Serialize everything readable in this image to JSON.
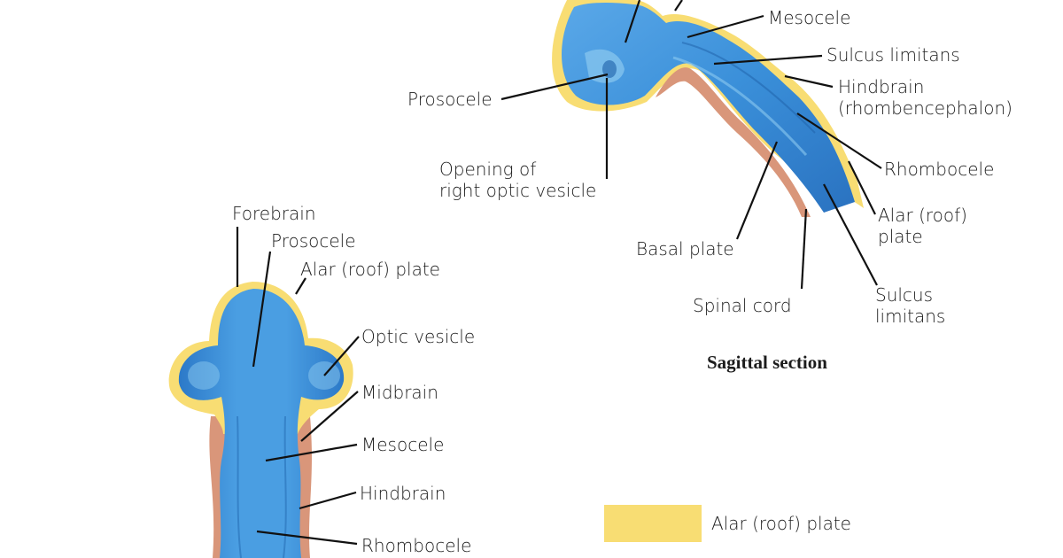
{
  "colors": {
    "ventricle_blue": "#3a8fd9",
    "ventricle_light": "#8cc9f0",
    "ventricle_dark": "#1d5fa8",
    "alar_yellow": "#f8dd73",
    "basal_salmon": "#d9967a",
    "leader_line": "#111111"
  },
  "sagittal": {
    "labels": {
      "mesocele": "Mesocele",
      "sulcus_limitans": "Sulcus limitans",
      "hindbrain_1": "Hindbrain",
      "hindbrain_2": "(rhombencephalon)",
      "prosocele": "Prosocele",
      "opening_1": "Opening of",
      "opening_2": "right optic vesicle",
      "rhombocele": "Rhombocele",
      "alar_1": "Alar (roof)",
      "alar_2": "plate",
      "basal_plate": "Basal plate",
      "spinal_cord": "Spinal cord",
      "sulcus2_1": "Sulcus",
      "sulcus2_2": "limitans"
    },
    "caption": "Sagittal section"
  },
  "frontal": {
    "labels": {
      "forebrain": "Forebrain",
      "prosocele": "Prosocele",
      "alar_plate": "Alar (roof) plate",
      "optic_vesicle": "Optic vesicle",
      "midbrain": "Midbrain",
      "mesocele": "Mesocele",
      "hindbrain": "Hindbrain",
      "rhombocele": "Rhombocele"
    }
  },
  "legend": {
    "alar_plate": "Alar (roof) plate"
  }
}
